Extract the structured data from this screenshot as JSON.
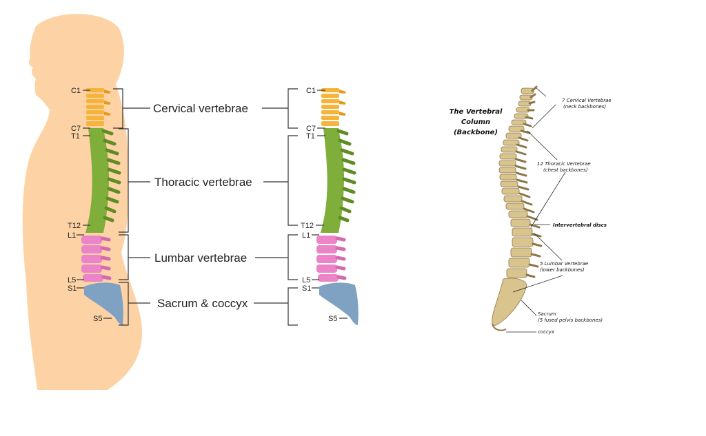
{
  "left_diagram": {
    "vertebra_markers": {
      "c1": "C1",
      "c7": "C7",
      "t1": "T1",
      "t12": "T12",
      "l1": "L1",
      "l5": "L5",
      "s1": "S1",
      "s5": "S5"
    },
    "regions": {
      "cervical": "Cervical vertebrae",
      "thoracic": "Thoracic vertebrae",
      "lumbar": "Lumbar vertebrae",
      "sacral": "Sacrum & coccyx"
    }
  },
  "middle_diagram": {
    "vertebra_markers": {
      "c1": "C1",
      "c7": "C7",
      "t1": "T1",
      "t12": "T12",
      "l1": "L1",
      "l5": "L5",
      "s1": "S1",
      "s5": "S5"
    }
  },
  "right_diagram": {
    "title_lines": [
      "The Vertebral",
      "Column",
      "(Backbone)"
    ],
    "annotations": {
      "cervical": [
        "7 Cervical Vertebrae",
        "(neck backbones)"
      ],
      "thoracic": [
        "12 Thoracic Vertebrae",
        "(chest backbones)"
      ],
      "discs": [
        "Intervertebral discs"
      ],
      "lumbar": [
        "5 Lumbar Vertebrae",
        "(lower backbones)"
      ],
      "sacrum": [
        "Sacrum",
        "(5 fused pelvis backbones)"
      ],
      "coccyx": [
        "coccyx"
      ]
    }
  },
  "colors": {
    "skin": "#fdd3a6",
    "cervical": "#f6b43c",
    "thoracic": "#7fae3a",
    "lumbar": "#ec84c8",
    "sacrum": "#7fa1c2",
    "bone": "#d9c48e",
    "bone_dark": "#8d7646",
    "line": "#333333"
  }
}
